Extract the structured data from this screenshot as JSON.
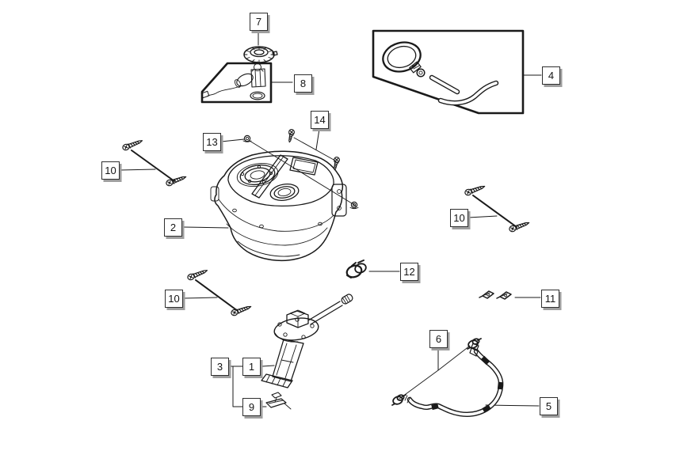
{
  "diagram": {
    "type": "exploded-parts-diagram",
    "subject": "fuel-tank-assembly",
    "colors": {
      "ink": "#1a1a1a",
      "paper": "#ffffff",
      "callout-fill": "#ffffff",
      "callout-border": "#2f2f2f",
      "callout-shadow": "#9e9e9e",
      "callout-text": "#141414"
    }
  },
  "callouts": [
    {
      "number": "7",
      "part": "fuel-filler-cap"
    },
    {
      "number": "8",
      "part": "pump-head-components-panel"
    },
    {
      "number": "4",
      "part": "filler-hose-and-clamp-panel"
    },
    {
      "number": "14",
      "part": "tapping-screw-pair"
    },
    {
      "number": "13",
      "part": "spacer-grommet-pair"
    },
    {
      "number": "10",
      "part": "mounting-screw-pair-upper-left"
    },
    {
      "number": "2",
      "part": "fuel-tank"
    },
    {
      "number": "10",
      "part": "mounting-screw-pair-right"
    },
    {
      "number": "12",
      "part": "hose-clamp"
    },
    {
      "number": "10",
      "part": "mounting-screw-pair-lower-left"
    },
    {
      "number": "11",
      "part": "retaining-clip-pair"
    },
    {
      "number": "3",
      "part": "fuel-pump-kit"
    },
    {
      "number": "1",
      "part": "fuel-pump-assembly"
    },
    {
      "number": "9",
      "part": "fuel-level-sensor"
    },
    {
      "number": "6",
      "part": "hose-clip-pair"
    },
    {
      "number": "5",
      "part": "fuel-hose"
    }
  ]
}
